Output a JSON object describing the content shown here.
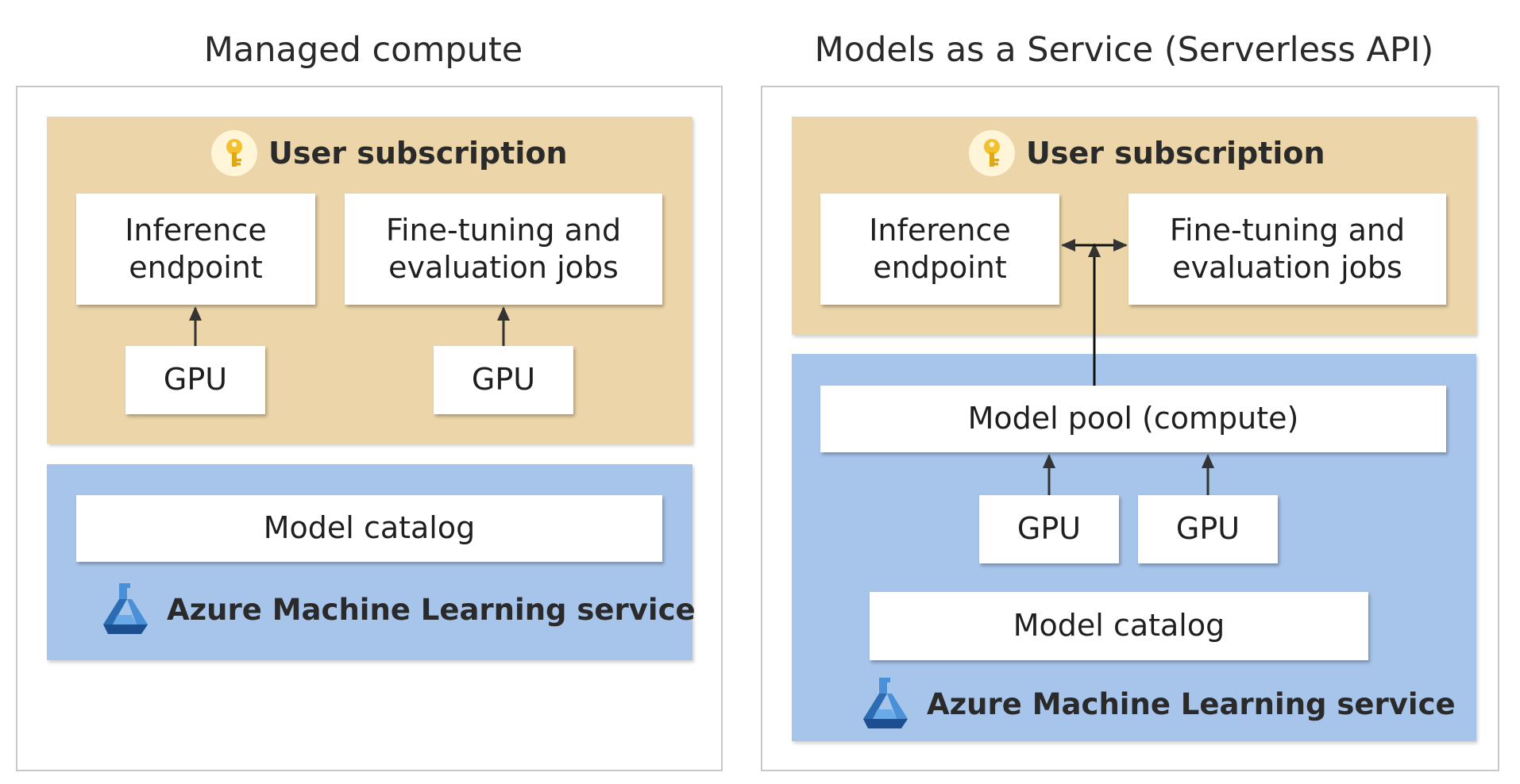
{
  "left": {
    "title": "Managed compute",
    "subscription_label": "User subscription",
    "inference_label": "Inference\nendpoint",
    "finetune_label": "Fine-tuning and\nevaluation jobs",
    "gpu_1": "GPU",
    "gpu_2": "GPU",
    "catalog_label": "Model catalog",
    "service_label": "Azure Machine Learning service"
  },
  "right": {
    "title": "Models as a Service (Serverless API)",
    "subscription_label": "User subscription",
    "inference_label": "Inference\nendpoint",
    "finetune_label": "Fine-tuning and\nevaluation jobs",
    "pool_label": "Model pool (compute)",
    "gpu_1": "GPU",
    "gpu_2": "GPU",
    "catalog_label": "Model catalog",
    "service_label": "Azure Machine Learning service"
  },
  "icons": {
    "subscription": "key-icon",
    "service": "azure-machine-learning-icon"
  },
  "colors": {
    "subscription_fill": "#ecd6a9",
    "service_fill": "#a7c4eb",
    "key_gold": "#f2c12e",
    "aml_blue": "#2b6cb3"
  }
}
